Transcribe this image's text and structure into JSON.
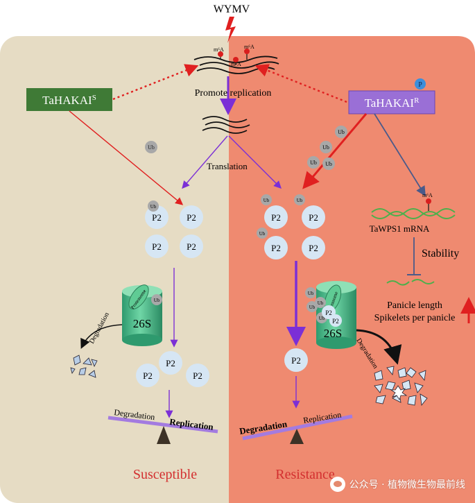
{
  "virus": "WYMV",
  "m6a": "m⁶A",
  "promote_replication": "Promote replication",
  "translation": "Translation",
  "tahakai_s": {
    "base": "TaHAKAI",
    "sup": "S"
  },
  "tahakai_r": {
    "base": "TaHAKAI",
    "sup": "R"
  },
  "phospho": "P",
  "ub": "Ub",
  "p2": "P2",
  "proteasome": "Proteasome",
  "s26": "26S",
  "degradation": "Degradation",
  "replication": "Replication",
  "tawps1_mrna": "TaWPS1 mRNA",
  "stability": "Stability",
  "panicle_length": "Panicle length",
  "spikelets": "Spikelets per panicle",
  "susceptible": "Susceptible",
  "resistance": "Resistance",
  "watermark": "公众号 · 植物微生物最前线",
  "colors": {
    "left_bg": "#e6dcc4",
    "right_bg": "#ef8a70",
    "green_box": "#3f7a36",
    "purple_box": "#9a6fd6",
    "label_red": "#d32f2f",
    "p2_fill": "#d6e6f4"
  }
}
